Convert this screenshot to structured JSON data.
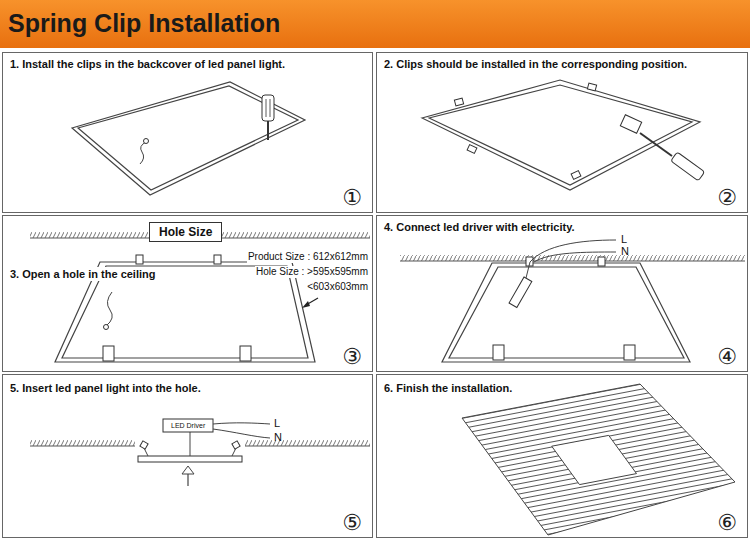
{
  "diagram": {
    "title": "Spring Clip Installation",
    "nodes": [
      {
        "text": [
          "1. Install the clips in the backcover of led panel light.",
          "①"
        ]
      },
      {
        "text": [
          "2. Clips should be installed in the corresponding position.",
          "②"
        ]
      },
      {
        "text": [
          "3. Open a hole in the ceiling",
          "③"
        ]
      },
      {
        "text": [
          "Hole Size"
        ],
        "in": 2
      },
      {
        "text": [
          "4. Connect led driver with electricity.",
          "④"
        ]
      },
      {
        "text": [
          "5. Insert led panel light into the hole.",
          "⑤"
        ]
      },
      {
        "text": [
          "6. Finish the installation.",
          "⑥"
        ]
      }
    ],
    "labels": [
      "Product Size : 612x612mm",
      "Hole Size : >595x595mm",
      "<603x603mm",
      "L",
      "N",
      "L",
      "N",
      "LED Driver"
    ]
  }
}
